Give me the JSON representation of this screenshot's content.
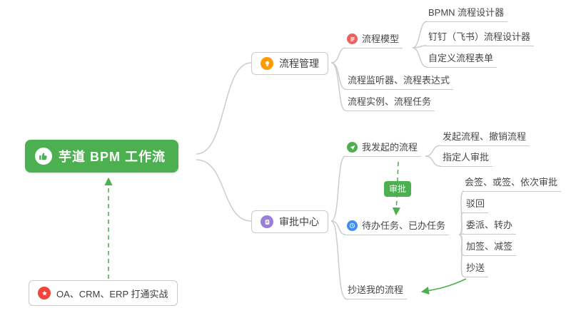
{
  "root": {
    "label": "芋道 BPM 工作流"
  },
  "note": {
    "label": "OA、CRM、ERP 打通实战"
  },
  "process": {
    "label": "流程管理",
    "model": {
      "label": "流程模型"
    },
    "model_children": [
      "BPMN 流程设计器",
      "钉钉（飞书）流程设计器",
      "自定义流程表单"
    ],
    "listener": "流程监听器、流程表达式",
    "instance": "流程实例、流程任务"
  },
  "approval": {
    "label": "审批中心",
    "my_initiated": "我发起的流程",
    "my_children": [
      "发起流程、撤销流程",
      "指定人审批"
    ],
    "edge_badge": "审批",
    "tasks": "待办任务、已办任务",
    "task_children": [
      "会签、或签、依次审批",
      "驳回",
      "委派、转办",
      "加签、减签",
      "抄送"
    ],
    "cc": "抄送我的流程"
  },
  "icons": {
    "root": "thumbs-up-icon",
    "process": "lightbulb-icon",
    "model": "flow-lines-icon",
    "approval": "document-icon",
    "my_initiated": "paper-plane-icon",
    "tasks": "clock-icon",
    "note": "star-icon"
  },
  "palette": {
    "root_green": "#4cb050",
    "badge_green": "#4cb050",
    "arrow_green": "#4cb050",
    "connector_gray": "#cccccc",
    "icon_orange": "#ff9a00",
    "icon_red": "#ee5f5f",
    "icon_purple": "#9b7ddc",
    "icon_blue": "#3d8df5",
    "icon_star_red": "#f4433a"
  }
}
